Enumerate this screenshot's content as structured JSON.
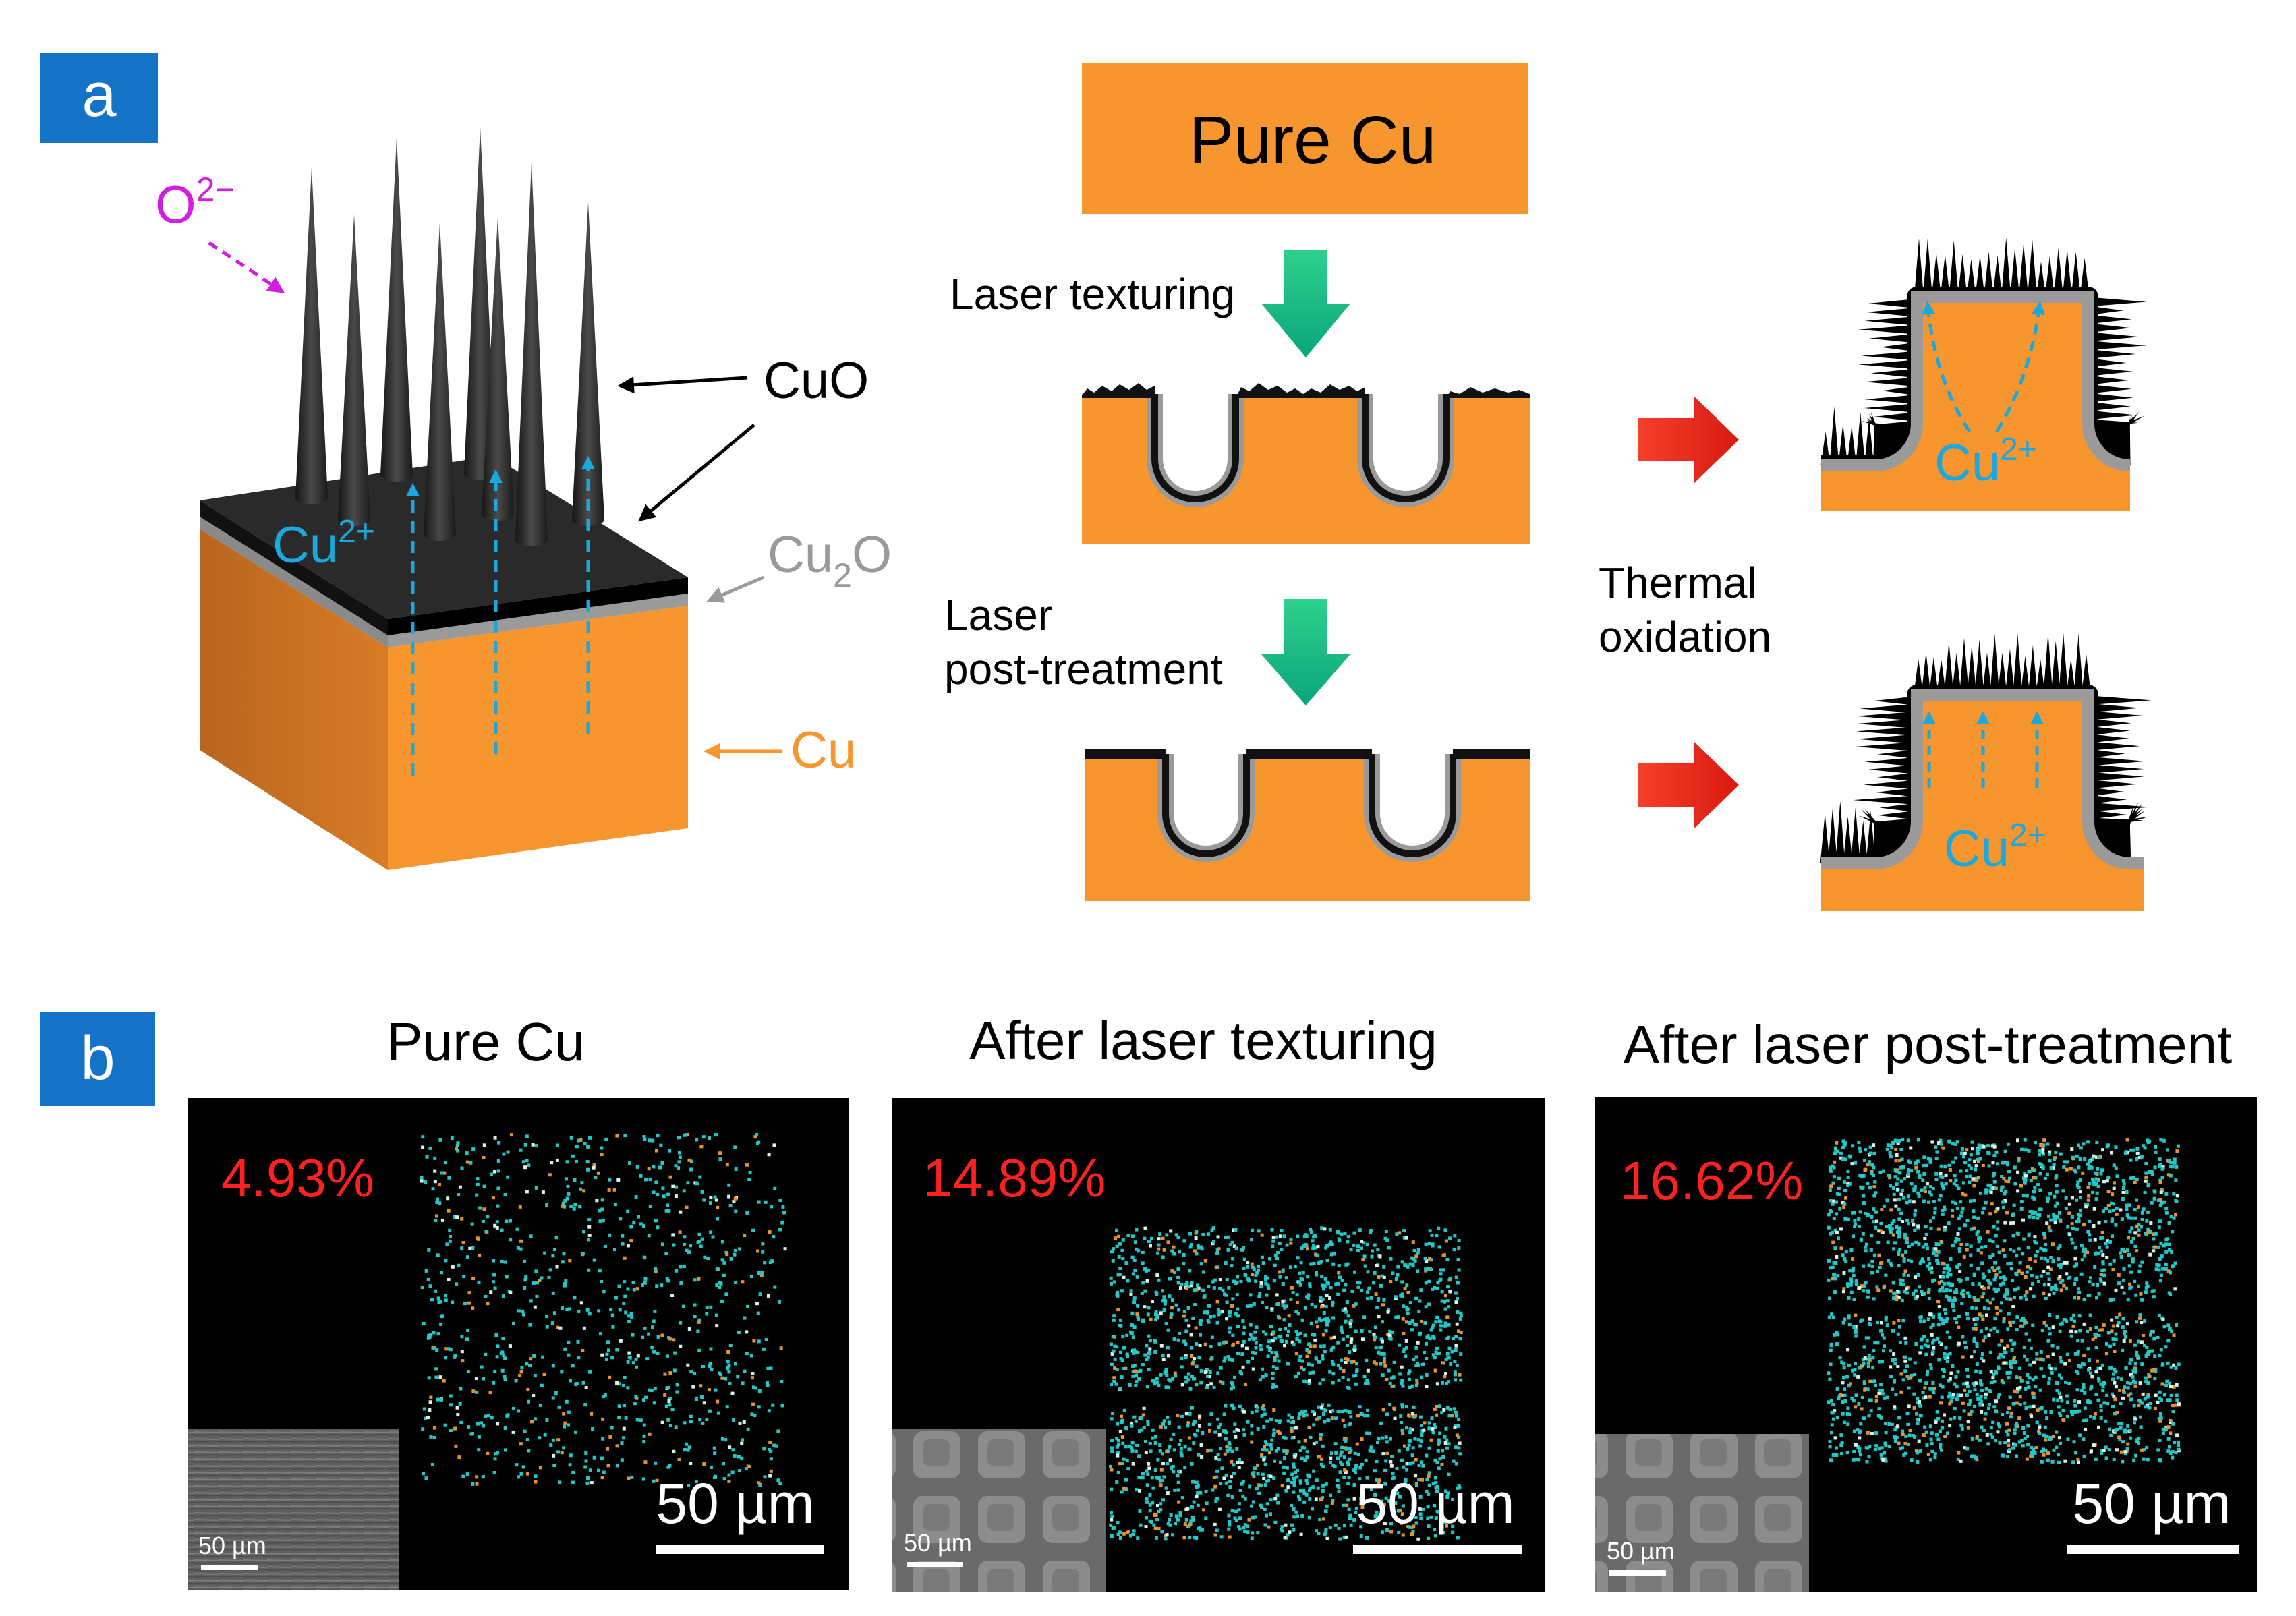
{
  "panel_a": {
    "label": "a",
    "cube": {
      "oxygen_base": "O",
      "oxygen_sup": "2−",
      "cuo": "CuO",
      "cu2o_a": "Cu",
      "cu2o_sub": "2",
      "cu2o_b": "O",
      "cu": "Cu",
      "cu_ion_base": "Cu",
      "cu_ion_sup": "2+"
    },
    "process": {
      "pure_cu": "Pure Cu",
      "laser_texturing": "Laser texturing",
      "post_line1": "Laser",
      "post_line2": "post-treatment",
      "thermal_line1": "Thermal",
      "thermal_line2": "oxidation",
      "ion_base": "Cu",
      "ion_sup": "2+"
    }
  },
  "panel_b": {
    "label": "b",
    "maps": [
      {
        "title": "Pure Cu",
        "percent": "4.93%",
        "scale": "50 µm",
        "inset_scale": "50 µm"
      },
      {
        "title": "After laser texturing",
        "percent": "14.89%",
        "scale": "50 µm",
        "inset_scale": "50 µm"
      },
      {
        "title": "After laser post-treatment",
        "percent": "16.62%",
        "scale": "50 µm",
        "inset_scale": "50 µm"
      }
    ]
  },
  "colors": {
    "label_box": "#1473c6",
    "copper": "#f7962e",
    "oxide": "#1a1a1a",
    "cu2o": "#9a9a9a",
    "cyan": "#1aa8e0",
    "magenta": "#d21ee0",
    "green_arrow": "#1bbf86",
    "red_arrow": "#e8241b",
    "percent": "#ff2020"
  }
}
